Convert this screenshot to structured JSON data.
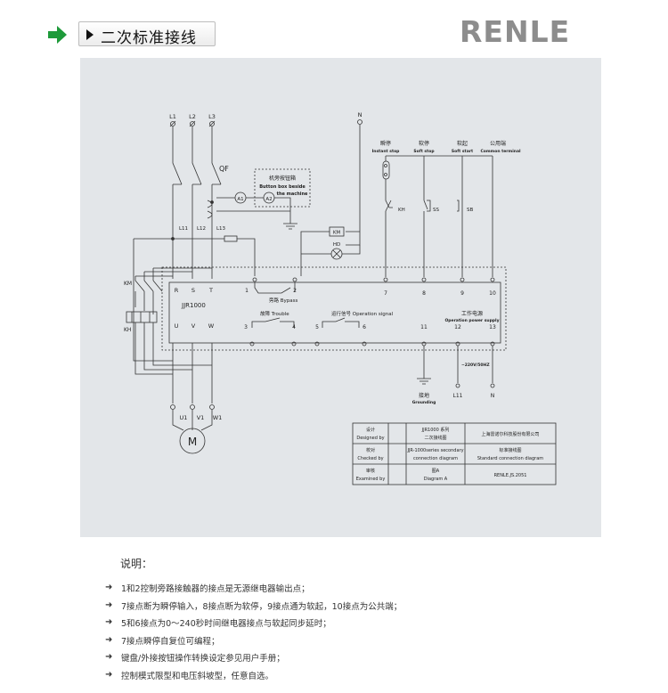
{
  "header": {
    "title": "二次标准接线",
    "brand": "RENLE",
    "accent_color": "#1e9a3a",
    "icon": "green-arrow-icon"
  },
  "diagram": {
    "phases": [
      "L1",
      "L2",
      "L3"
    ],
    "neutral": "N",
    "qf": "QF",
    "button_box": [
      "机旁按钮箱",
      "Button box beside",
      "the machine"
    ],
    "ammeters": [
      "A1",
      "A2"
    ],
    "km": "KM",
    "hd": "HD",
    "kh": "KH",
    "l_labels": [
      "L11",
      "L12",
      "L13"
    ],
    "rst": [
      "R",
      "S",
      "T"
    ],
    "uvw": [
      "U",
      "V",
      "W"
    ],
    "model": "JJR1000",
    "terminals_top": [
      "1",
      "2",
      "7",
      "8",
      "9",
      "10"
    ],
    "terminals_bottom": [
      "3",
      "4",
      "5",
      "6",
      "11",
      "12",
      "13"
    ],
    "bypass": "旁路 Bypass",
    "trouble": "故障 Trouble",
    "op_signal": "运行信号 Operation signal",
    "power_cn": "工作电源",
    "power_en": "Operation power supply",
    "instant_cn": "瞬停",
    "instant_en": "Instant stop",
    "soft_stop_cn": "软停",
    "soft_stop_en": "Soft stop",
    "soft_start_cn": "软起",
    "soft_start_en": "Soft start",
    "common_cn": "公用端",
    "common_en": "Common terminal",
    "ss": "SS",
    "sb": "SB",
    "voltage": "~220V/50HZ",
    "ground_cn": "接地",
    "ground_en": "Grounding",
    "l11": "L11",
    "n_bottom": "N",
    "motor_terms": [
      "U1",
      "V1",
      "W1"
    ],
    "motor": "M",
    "table": {
      "designed_cn": "设计",
      "designed_en": "Designed by",
      "checked_cn": "校对",
      "checked_en": "Checked by",
      "examined_cn": "审核",
      "examined_en": "Examined by",
      "series_cn": "JJR1000 系列",
      "series_cn2": "二次接线图",
      "series_en1": "JJR-1000series secondary",
      "series_en2": "connection diagram",
      "fig_cn": "图A",
      "fig_en": "Diagram A",
      "company": "上海雷诺尔科技股份有限公司",
      "std_cn": "标准接线图",
      "std_en": "Standard connection diagram",
      "doc_no": "RENLE.JS.2051"
    }
  },
  "notes": {
    "title": "说明：",
    "items": [
      "1和2控制旁路接触器的接点是无源继电器输出点；",
      "7接点断为瞬停输入，8接点断为软停，9接点通为软起，10接点为公共端；",
      "5和6接点为0～240秒时间继电器接点与软起同步延时；",
      "7接点瞬停自复位可编程；",
      "键盘/外接按钮操作转换设定参见用户手册；",
      "控制模式限型和电压斜坡型，任意自选。"
    ]
  }
}
